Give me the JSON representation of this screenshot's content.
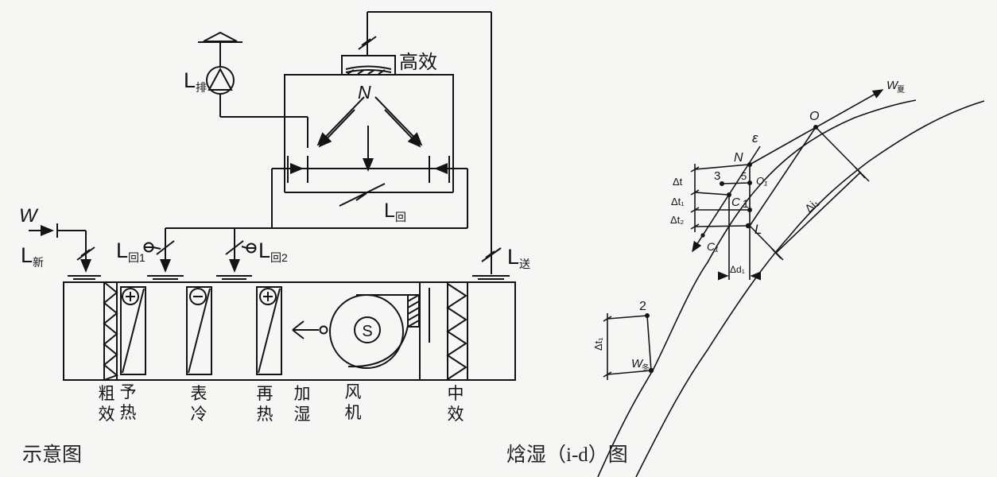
{
  "captions": {
    "schematic": "示意图",
    "chart": "焓湿（i-d）图"
  },
  "schematic": {
    "flows": {
      "exhaust": {
        "main": "L",
        "sub": "排"
      },
      "outdoor": "W",
      "fresh": {
        "main": "L",
        "sub": "新"
      },
      "return1": {
        "main": "L",
        "sub": "回1"
      },
      "return2": {
        "main": "L",
        "sub": "回2"
      },
      "return_total": {
        "main": "L",
        "sub": "回"
      },
      "supply": {
        "main": "L",
        "sub": "送"
      }
    },
    "hepa_label": "高效",
    "room_label": "N",
    "fan_motor_label": "S",
    "sections": [
      "粗效",
      "予热",
      "表冷",
      "再热",
      "加湿",
      "风机",
      "中效"
    ]
  },
  "chart": {
    "points": {
      "n": "N",
      "epsilon": "ε",
      "p3": "3",
      "p5": "5",
      "o1": "O₁",
      "c": "C",
      "p1": "1",
      "l": "L",
      "c1": "C₁",
      "o": "O",
      "p2": "2",
      "w_summer": {
        "main": "W",
        "sub": "夏"
      },
      "w_winter": {
        "main": "W",
        "sub": "冬"
      }
    },
    "dims": {
      "dt": "Δt",
      "dt1": "Δt₁",
      "dt2": "Δt₂",
      "di1": "Δi₁",
      "dd1": "Δd₁",
      "dt1_preheat": "Δt₁"
    }
  }
}
